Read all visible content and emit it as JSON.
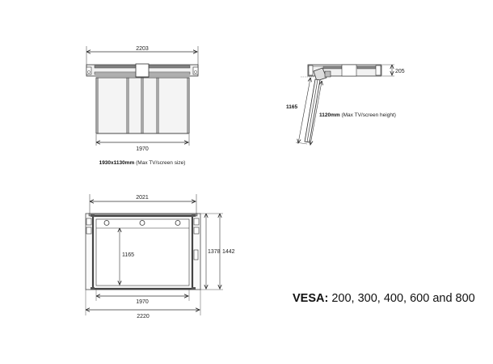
{
  "top_view": {
    "width_overall": "2203",
    "width_inner": "1970",
    "caption_bold": "1930x1130mm",
    "caption_rest": " (Max TV/screen size)"
  },
  "side_view": {
    "depth": "205",
    "drop_length": "1165",
    "caption_bold": "1120mm",
    "caption_rest": " (Max TV/screen height)"
  },
  "front_view": {
    "width_top": "2021",
    "width_inner": "1970",
    "width_overall": "2220",
    "inner_height": "1165",
    "height_frame": "1378",
    "height_overall": "1442"
  },
  "vesa": {
    "label": "VESA:",
    "values": " 200, 300, 400, 600 and 800"
  },
  "colors": {
    "line": "#333333",
    "fill_dark": "#777777",
    "fill_light": "#e6e6e6",
    "text": "#111111"
  }
}
